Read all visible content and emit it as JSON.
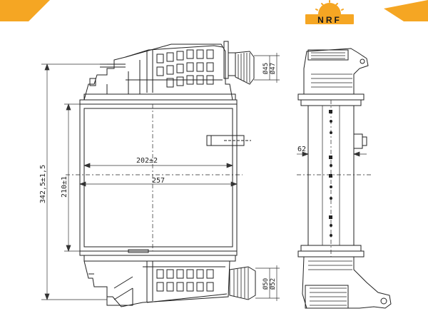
{
  "brand": {
    "name": "NRF",
    "logo_text": "NRF",
    "accent_color": "#f5a623",
    "logo_colors": [
      "#f5a623",
      "#1a1a1a"
    ]
  },
  "dimensions": {
    "overall_height": "342,5±1,5",
    "core_height": "210±1",
    "core_width": "202±2",
    "overall_width": "257",
    "depth": "62",
    "inlet_inner_dia": "Ø45",
    "inlet_outer_dia": "Ø47",
    "outlet_inner_dia": "Ø50",
    "outlet_outer_dia": "Ø52"
  }
}
